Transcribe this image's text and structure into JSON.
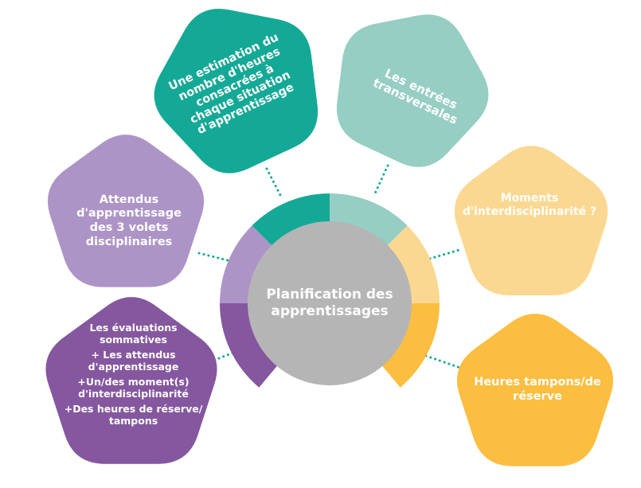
{
  "center": {
    "lines": [
      "Planification des",
      "apprentissages"
    ],
    "color": "#b5b5b5"
  },
  "nodes": [
    {
      "id": "heures-estimation",
      "lines": [
        "Une estimation du",
        "nombre d'heures",
        "consacrées à",
        "chaque situation",
        "d'apprentissage"
      ],
      "color": "#14a996"
    },
    {
      "id": "entrees-transversales",
      "lines": [
        "Les entrées",
        "transversales"
      ],
      "color": "#96cec4"
    },
    {
      "id": "interdisciplinarite",
      "lines": [
        "Moments",
        "d'interdisciplinarité ?"
      ],
      "color": "#fbd891"
    },
    {
      "id": "heures-tampons",
      "lines": [
        "Heures tampons/de",
        "réserve"
      ],
      "color": "#fbbe40"
    },
    {
      "id": "evaluations-sommatives",
      "lines": [
        "Les évaluations",
        "sommatives",
        "+ Les attendus",
        "d'apprentissage",
        "+Un/des moment(s)",
        "d'interdisciplinarité",
        "+Des heures de réserve/",
        "tampons"
      ],
      "color": "#85579f"
    },
    {
      "id": "attendus-apprentissage",
      "lines": [
        "Attendus",
        "d'apprentissage",
        "des 3 volets",
        "disciplinaires"
      ],
      "color": "#ad94c6"
    }
  ],
  "connector_color": "#14a996"
}
